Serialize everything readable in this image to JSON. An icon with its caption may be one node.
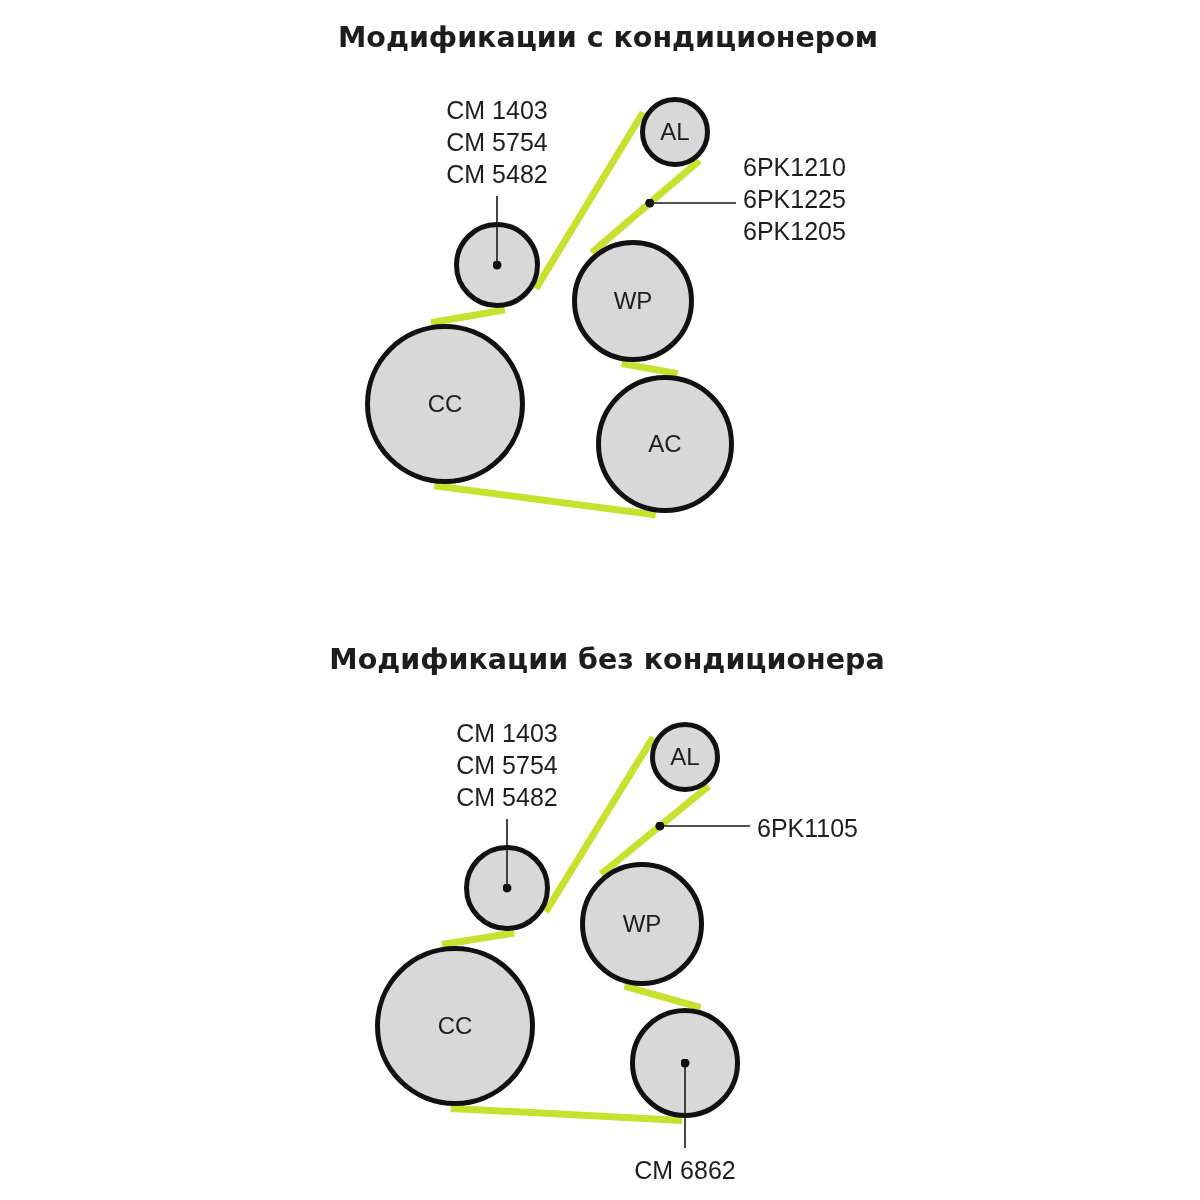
{
  "diagram": {
    "nodes": [
      {
        "text": [
          "CM 1403",
          "CM 5754",
          "CM 5482"
        ]
      },
      {
        "text": [
          "AL"
        ]
      },
      {
        "text": [
          "6PK1210",
          "6PK1225",
          "6PK1205"
        ]
      },
      {
        "text": [],
        "shape": "circle"
      },
      {
        "text": [
          "WP"
        ]
      },
      {
        "text": [
          "CC"
        ]
      },
      {
        "text": [
          "AC"
        ]
      },
      {
        "text": [
          "CM 1403",
          "CM 5754",
          "CM 5482"
        ]
      },
      {
        "text": [
          "AL"
        ]
      },
      {
        "text": [
          "6PK1105"
        ]
      },
      {
        "text": [],
        "shape": "circle"
      },
      {
        "text": [
          "WP"
        ]
      },
      {
        "text": [
          "CC"
        ]
      },
      {
        "text": [],
        "shape": "circle"
      },
      {
        "text": [
          "CM 6862"
        ]
      }
    ],
    "edges": [
      {
        "from": 1,
        "to": 3,
        "arrow": "none"
      },
      {
        "from": 3,
        "to": 5,
        "arrow": "none"
      },
      {
        "from": 5,
        "to": 6,
        "arrow": "none"
      },
      {
        "from": 6,
        "to": 4,
        "arrow": "none"
      },
      {
        "from": 4,
        "to": 1,
        "arrow": "none"
      },
      {
        "from": 0,
        "to": 3,
        "arrow": "other",
        "color": "#1a1a1a"
      },
      {
        "from": 2,
        "to": null,
        "arrow": "other",
        "color": "#1a1a1a"
      },
      {
        "from": 8,
        "to": 10,
        "arrow": "none"
      },
      {
        "from": 10,
        "to": 12,
        "arrow": "none"
      },
      {
        "from": 12,
        "to": 13,
        "arrow": "none"
      },
      {
        "from": 13,
        "to": 11,
        "arrow": "none"
      },
      {
        "from": 11,
        "to": 8,
        "arrow": "none"
      },
      {
        "from": 7,
        "to": 10,
        "arrow": "other",
        "color": "#1a1a1a"
      },
      {
        "from": 9,
        "to": null,
        "arrow": "other",
        "color": "#1a1a1a"
      },
      {
        "from": 14,
        "to": 13,
        "arrow": "other",
        "color": "#1a1a1a"
      }
    ],
    "labels": [
      "Модификации с кондиционером",
      "Модификации без кондиционера"
    ]
  }
}
